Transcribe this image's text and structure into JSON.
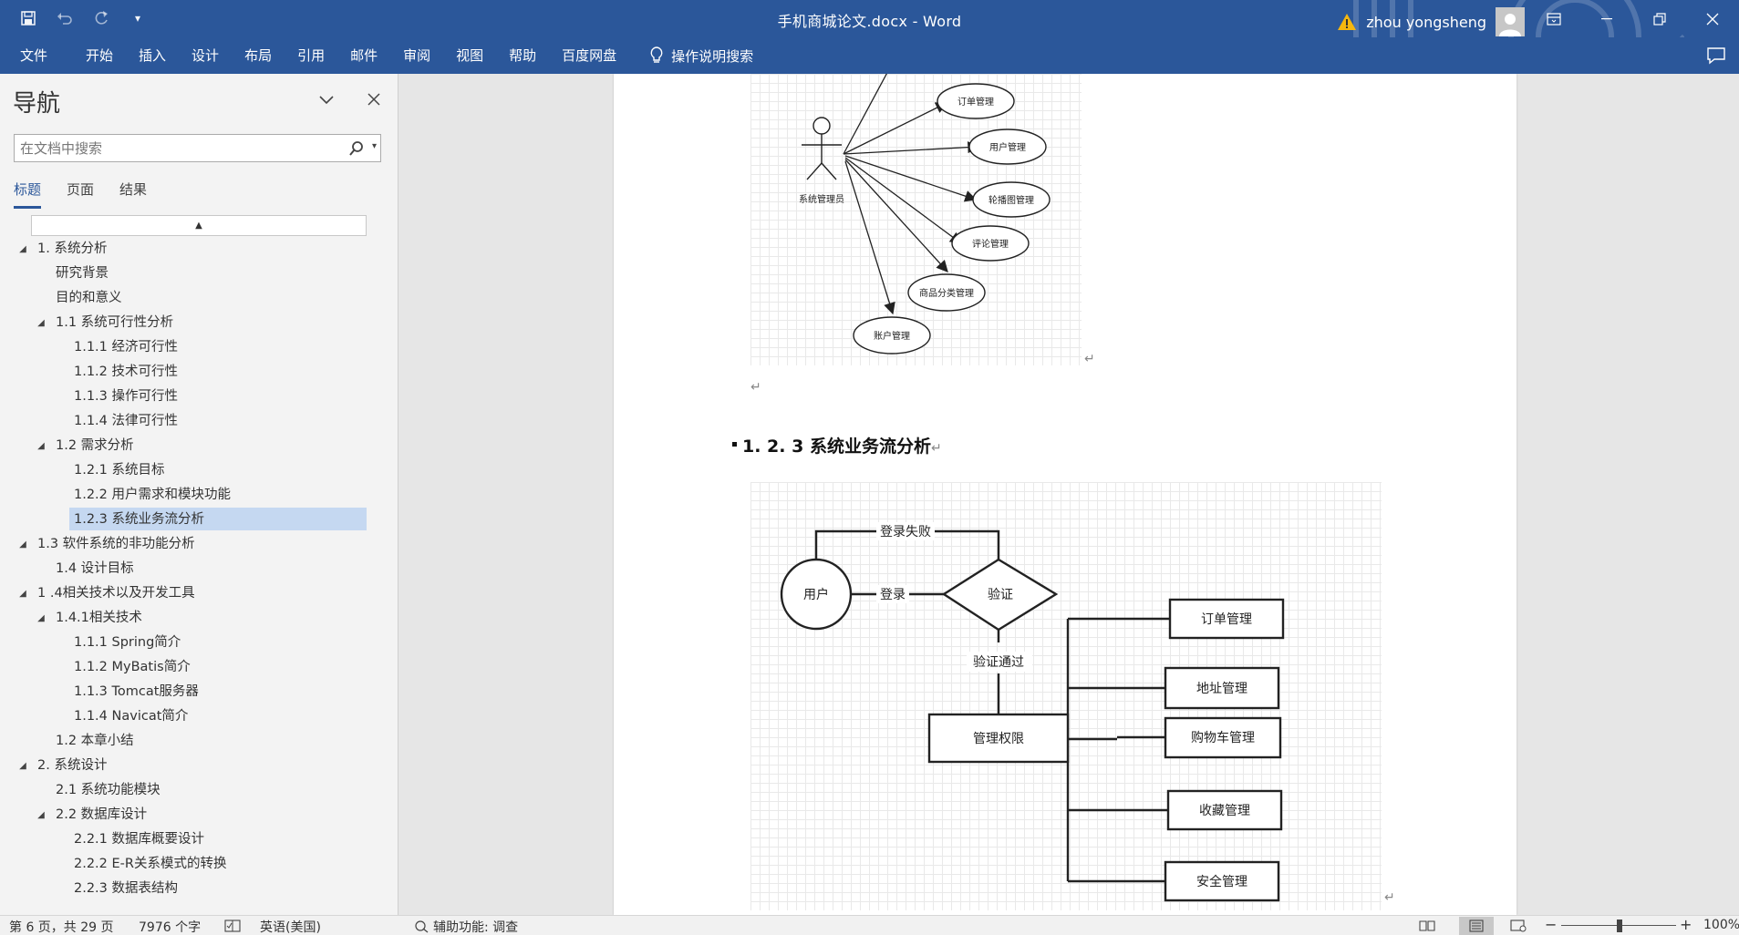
{
  "window": {
    "title": "手机商城论文.docx  -  Word",
    "user_name": "zhou yongsheng"
  },
  "ribbon": {
    "tabs": [
      "文件",
      "开始",
      "插入",
      "设计",
      "布局",
      "引用",
      "邮件",
      "审阅",
      "视图",
      "帮助",
      "百度网盘"
    ],
    "tell_me": "操作说明搜索"
  },
  "nav": {
    "title": "导航",
    "search_placeholder": "在文档中搜索",
    "tabs": [
      "标题",
      "页面",
      "结果"
    ],
    "active_tab": "标题",
    "tree": [
      {
        "text": "1. 系统分析",
        "level": 0,
        "expanded": true
      },
      {
        "text": "研究背景",
        "level": 1
      },
      {
        "text": "目的和意义",
        "level": 1
      },
      {
        "text": "1.1 系统可行性分析",
        "level": 1,
        "expanded": true
      },
      {
        "text": "1.1.1 经济可行性",
        "level": 2
      },
      {
        "text": "1.1.2 技术可行性",
        "level": 2
      },
      {
        "text": "1.1.3 操作可行性",
        "level": 2
      },
      {
        "text": "1.1.4 法律可行性",
        "level": 2
      },
      {
        "text": "1.2 需求分析",
        "level": 1,
        "expanded": true
      },
      {
        "text": "1.2.1 系统目标",
        "level": 2
      },
      {
        "text": "1.2.2 用户需求和模块功能",
        "level": 2
      },
      {
        "text": "1.2.3 系统业务流分析",
        "level": 2,
        "selected": true
      },
      {
        "text": "1.3 软件系统的非功能分析",
        "level": 0,
        "expanded": true
      },
      {
        "text": "1.4 设计目标",
        "level": 1
      },
      {
        "text": "1 .4相关技术以及开发工具",
        "level": 0,
        "expanded": true
      },
      {
        "text": "1.4.1相关技术",
        "level": 1,
        "expanded": true
      },
      {
        "text": "1.1.1 Spring简介",
        "level": 2
      },
      {
        "text": "1.1.2 MyBatis简介",
        "level": 2
      },
      {
        "text": "1.1.3 Tomcat服务器",
        "level": 2
      },
      {
        "text": "1.1.4 Navicat简介",
        "level": 2
      },
      {
        "text": "1.2 本章小结",
        "level": 1
      },
      {
        "text": "2.  系统设计",
        "level": 0,
        "expanded": true
      },
      {
        "text": "2.1 系统功能模块",
        "level": 1
      },
      {
        "text": "2.2 数据库设计",
        "level": 1,
        "expanded": true
      },
      {
        "text": "2.2.1 数据库概要设计",
        "level": 2
      },
      {
        "text": "2.2.2 E-R关系模式的转换",
        "level": 2
      },
      {
        "text": "2.2.3 数据表结构",
        "level": 2
      }
    ]
  },
  "document": {
    "heading": "1. 2. 3  系统业务流分析",
    "usecase": {
      "actor": "系统管理员",
      "cases": [
        "订单管理",
        "用户管理",
        "轮播图管理",
        "评论管理",
        "商品分类管理",
        "账户管理"
      ]
    },
    "flow": {
      "user": "用户",
      "login": "登录",
      "login_fail": "登录失败",
      "verify": "验证",
      "verify_pass": "验证通过",
      "admin": "管理权限",
      "modules": [
        "订单管理",
        "地址管理",
        "购物车管理",
        "收藏管理",
        "安全管理"
      ]
    }
  },
  "status": {
    "page": "第 6 页，共 29 页",
    "words": "7976 个字",
    "language": "英语(美国)",
    "accessibility": "辅助功能: 调查",
    "zoom": "100%"
  },
  "colors": {
    "word_blue": "#2b579a",
    "nav_selected": "#c5d8f1"
  }
}
